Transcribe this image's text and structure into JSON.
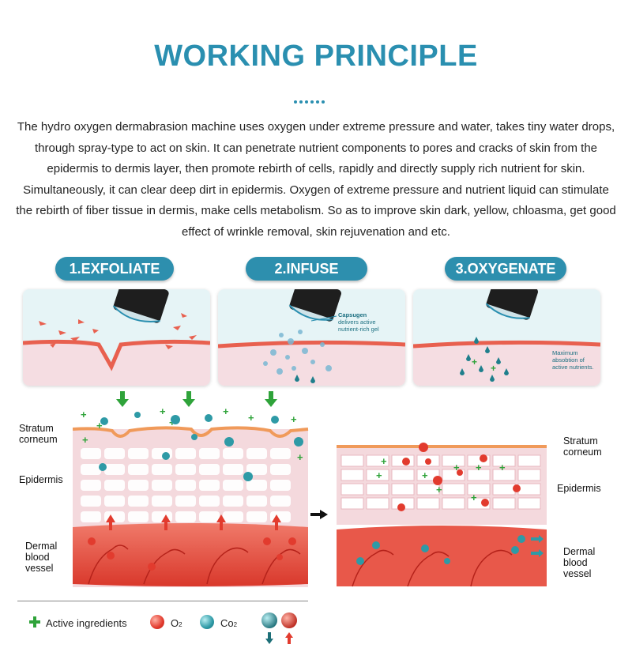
{
  "title": "WORKING PRINCIPLE",
  "description": "The hydro oxygen dermabrasion machine uses oxygen under extreme pressure and water, takes tiny water drops, through spray-type to act on skin. It can penetrate nutrient components to pores and cracks of skin from the epidermis to dermis layer, then promote rebirth of cells, rapidly and directly supply rich nutrient for skin. Simultaneously, it can clear deep dirt in epidermis. Oxygen of extreme pressure and nutrient liquid can stimulate the rebirth of fiber tissue in dermis, make cells metabolism. So as to improve skin dark, yellow, chloasma, get good effect of wrinkle removal, skin rejuvenation and etc.",
  "steps": [
    {
      "label": "1.EXFOLIATE"
    },
    {
      "label": "2.INFUSE",
      "callout": [
        "Capsugen",
        "delivers active",
        "nutrient-rich gel"
      ]
    },
    {
      "label": "3.OXYGENATE",
      "callout": [
        "Maximum",
        "absobtion of",
        "active nutrients."
      ]
    }
  ],
  "diagram_labels": {
    "left": {
      "stratum_1": "Stratum",
      "stratum_2": "corneum",
      "epidermis": "Epidermis",
      "dermal_1": "Dermal",
      "dermal_2": "blood",
      "dermal_3": "vessel"
    },
    "right": {
      "stratum_1": "Stratum",
      "stratum_2": "corneum",
      "epidermis": "Epidermis",
      "dermal_1": "Dermal",
      "dermal_2": "blood",
      "dermal_3": "vessel"
    }
  },
  "legend": {
    "active": "Active ingredients",
    "o2": "O",
    "o2_sub": "2",
    "co2": "Co",
    "co2_sub": "2"
  },
  "colors": {
    "accent": "#2a8fb0",
    "pill": "#2d8fae",
    "dermis": "#e8584a",
    "skin_pink": "#f6dfe3",
    "green_plus": "#2fa33a",
    "o2_red": "#e23b2e",
    "co2_teal": "#2e9aa6"
  }
}
